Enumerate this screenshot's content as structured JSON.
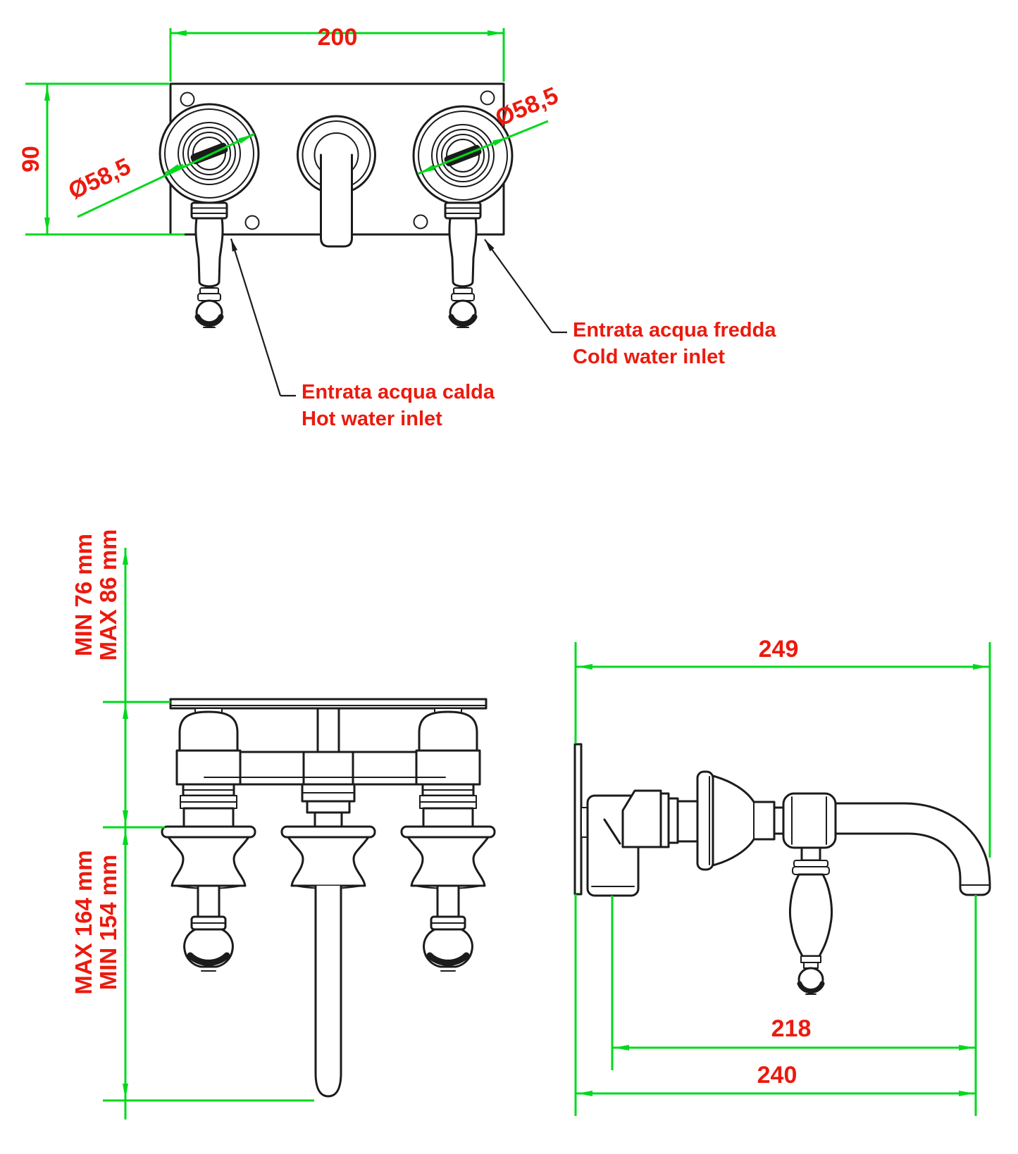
{
  "colors": {
    "green": "#00d91c",
    "red": "#eb1a0e",
    "line": "#1b1b1b",
    "background": "#ffffff"
  },
  "front_view": {
    "width_dim": "200",
    "height_dim": "90",
    "handle_diameter_left": "Ø58,5",
    "handle_diameter_right": "Ø58,5",
    "cold_inlet_label_it": "Entrata acqua fredda",
    "cold_inlet_label_en": "Cold water inlet",
    "hot_inlet_label_it": "Entrata acqua calda",
    "hot_inlet_label_en": "Hot water inlet"
  },
  "side_view": {
    "wall_depth_min": "MIN 76 mm",
    "wall_depth_max": "MAX 86 mm",
    "drop_max": "MAX 164 mm",
    "drop_min": "MIN 154 mm"
  },
  "profile_view": {
    "total_depth_dim": "249",
    "spout_projection_dim": "218",
    "overall_projection_dim": "240"
  }
}
